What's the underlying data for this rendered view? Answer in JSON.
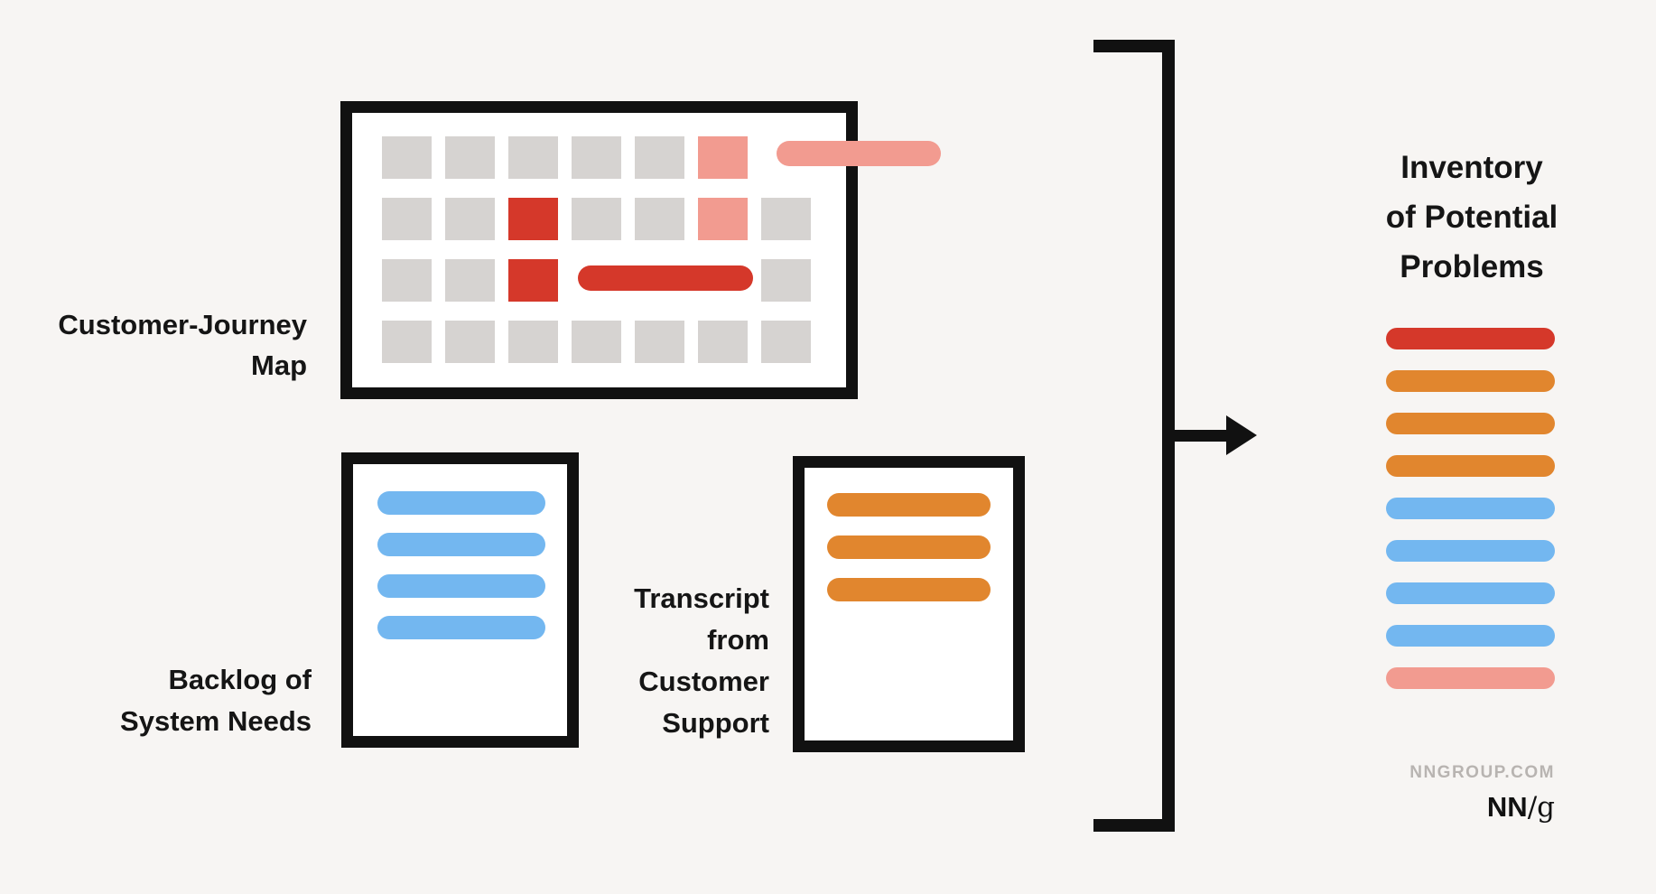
{
  "colors": {
    "background": "#f7f5f3",
    "ink": "#111111",
    "gray": "#d6d3d1",
    "red": "#d5382a",
    "pink": "#f29b90",
    "orange": "#e1862e",
    "blue": "#73b7f0",
    "muted": "#b8b4b1"
  },
  "labels": {
    "customer_journey": [
      "Customer-Journey",
      "Map"
    ],
    "backlog": [
      "Backlog of",
      "System Needs"
    ],
    "transcript": [
      "Transcript",
      "from",
      "Customer",
      "Support"
    ]
  },
  "journey_map": {
    "cells": [
      [
        "gray",
        "gray",
        "gray",
        "gray",
        "gray",
        "pink",
        "none"
      ],
      [
        "gray",
        "gray",
        "red",
        "gray",
        "gray",
        "pink",
        "gray"
      ],
      [
        "gray",
        "gray",
        "red",
        "none",
        "none",
        "none",
        "gray"
      ],
      [
        "gray",
        "gray",
        "gray",
        "gray",
        "gray",
        "gray",
        "gray"
      ]
    ],
    "overlays": [
      {
        "name": "pink-highlight-bar",
        "color": "pink"
      },
      {
        "name": "red-highlight-bar",
        "color": "red"
      }
    ]
  },
  "documents": {
    "backlog_lines": [
      "blue",
      "blue",
      "blue",
      "blue"
    ],
    "transcript_lines": [
      "orange",
      "orange",
      "orange"
    ]
  },
  "inventory": {
    "title": [
      "Inventory",
      "of Potential",
      "Problems"
    ],
    "bars": [
      "red",
      "orange",
      "orange",
      "orange",
      "blue",
      "blue",
      "blue",
      "blue",
      "pink"
    ]
  },
  "footer": {
    "url": "NNGROUP.COM",
    "logo_nn": "NN",
    "logo_g": "/g"
  }
}
